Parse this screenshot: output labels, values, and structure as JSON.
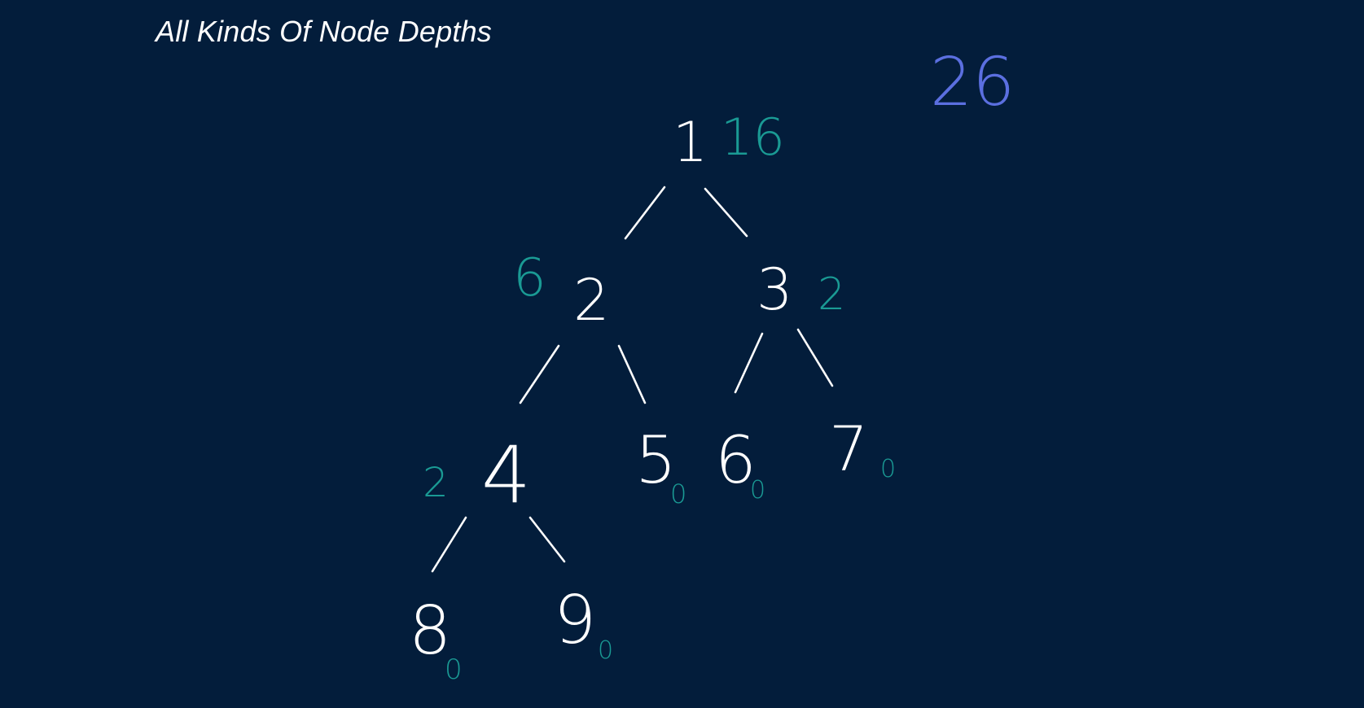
{
  "title": "All Kinds Of Node Depths",
  "total": "26",
  "nodes": [
    {
      "value": "1",
      "sum": "16"
    },
    {
      "value": "2",
      "sum": "6"
    },
    {
      "value": "3",
      "sum": "2"
    },
    {
      "value": "4",
      "sum": "2"
    },
    {
      "value": "5",
      "sum": "0"
    },
    {
      "value": "6",
      "sum": "0"
    },
    {
      "value": "7",
      "sum": "0"
    },
    {
      "value": "8",
      "sum": "0"
    },
    {
      "value": "9",
      "sum": "0"
    }
  ],
  "colors": {
    "background": "#031d3b",
    "node_ink": "#ffffff",
    "sum_ink": "#1a9a94",
    "total_ink": "#5b6fe0"
  }
}
